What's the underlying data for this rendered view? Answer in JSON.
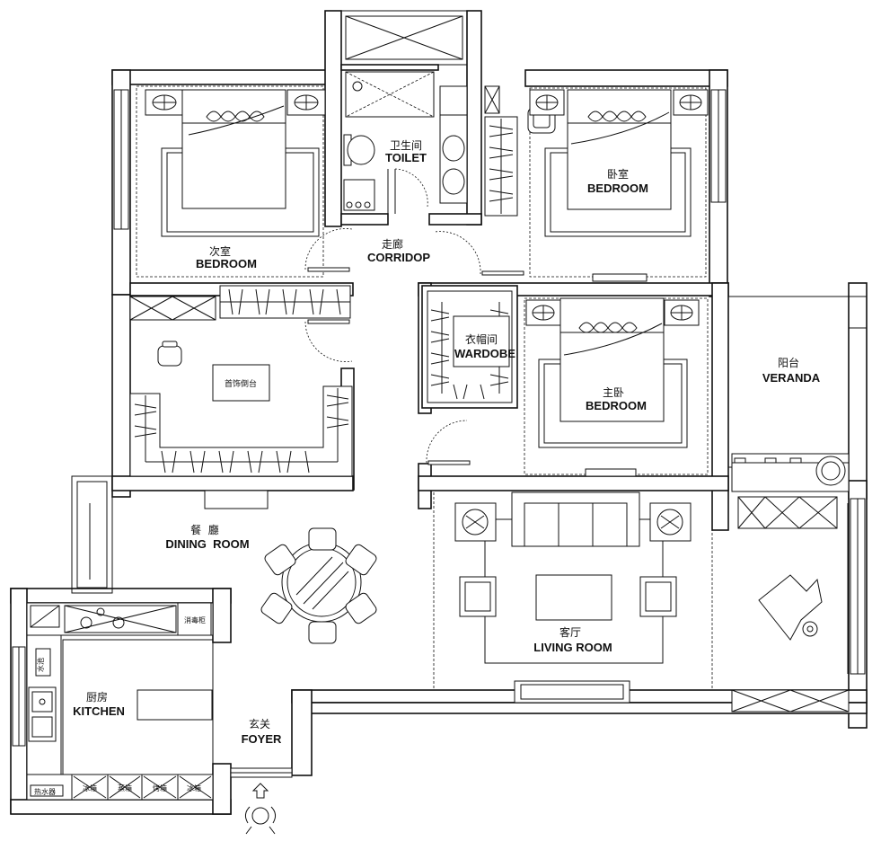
{
  "rooms": {
    "second_bedroom": {
      "cn": "次室",
      "en": "BEDROOM"
    },
    "toilet": {
      "cn": "卫生间",
      "en": "TOILET"
    },
    "corridor": {
      "cn": "走廊",
      "en": "CORRIDOP"
    },
    "bedroom": {
      "cn": "卧室",
      "en": "BEDROOM"
    },
    "wardrobe": {
      "cn": "衣帽间",
      "en": "WARDOBE"
    },
    "master_bedroom": {
      "cn": "主卧",
      "en": "BEDROOM"
    },
    "veranda": {
      "cn": "阳台",
      "en": "VERANDA"
    },
    "dining_room": {
      "cn": "餐  廳",
      "en": "DINING  ROOM"
    },
    "living_room": {
      "cn": "客厅",
      "en": "LIVING ROOM"
    },
    "kitchen": {
      "cn": "厨房",
      "en": "KITCHEN"
    },
    "foyer": {
      "cn": "玄关",
      "en": "FOYER"
    }
  },
  "fixtures": {
    "jewelry_table": "首饰倒台",
    "disinfect_cabinet": "消毒柜",
    "water_heater": "热水器",
    "sink_label": "水池",
    "fridge": "冰箱",
    "steamer": "蒸箱",
    "oven": "烤箱",
    "freezer": "冰箱"
  }
}
